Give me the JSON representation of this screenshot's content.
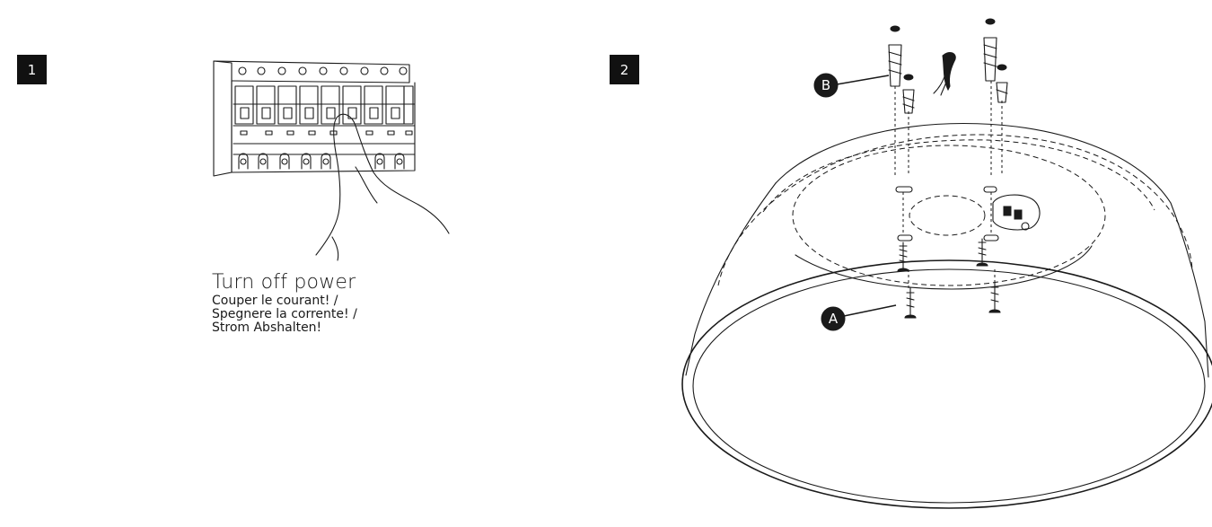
{
  "steps": {
    "step1": {
      "number": "1",
      "caption_main": "Turn off power",
      "caption_lines": [
        "Couper le courant! /",
        "Spegnere la corrente! /",
        "Strom Abshalten!"
      ]
    },
    "step2": {
      "number": "2",
      "callouts": {
        "a": "A",
        "b": "B"
      }
    }
  }
}
